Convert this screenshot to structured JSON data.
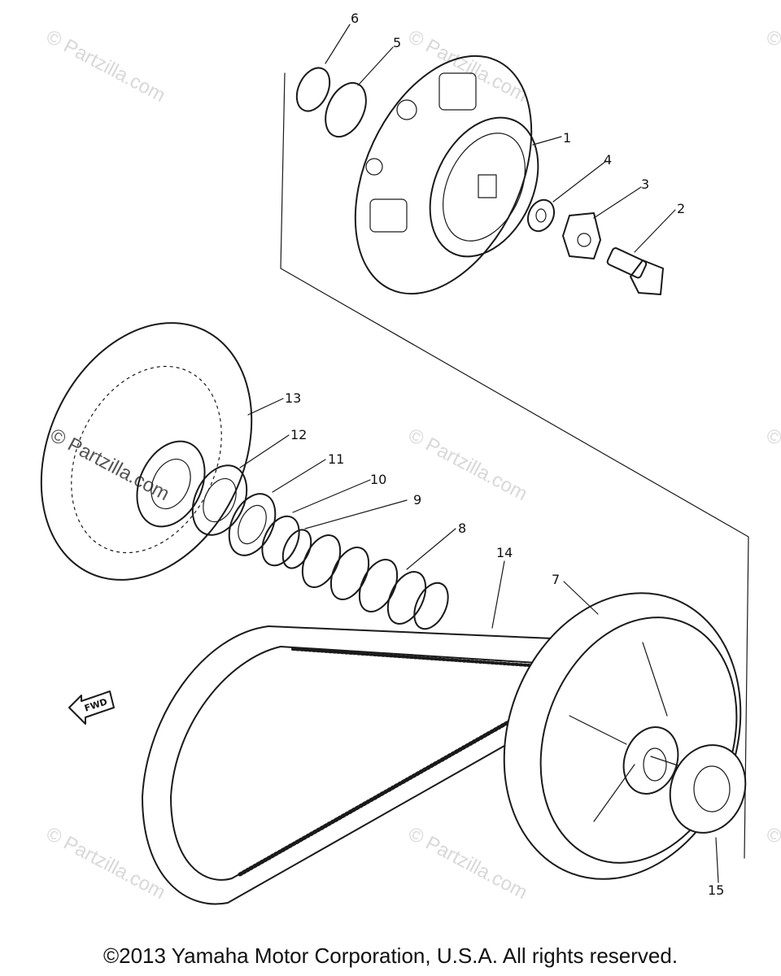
{
  "watermark": "© Partzilla.com",
  "direction_label": "FWD",
  "copyright": "©2013  Yamaha Motor Corporation, U.S.A. All rights reserved.",
  "callouts": [
    "1",
    "2",
    "3",
    "4",
    "5",
    "6",
    "7",
    "8",
    "9",
    "10",
    "11",
    "12",
    "13",
    "14",
    "15"
  ]
}
